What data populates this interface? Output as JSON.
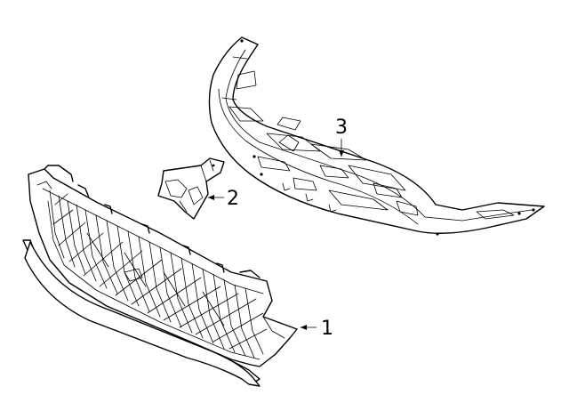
{
  "callouts": {
    "grille": "1",
    "bracket": "2",
    "cover": "3"
  }
}
